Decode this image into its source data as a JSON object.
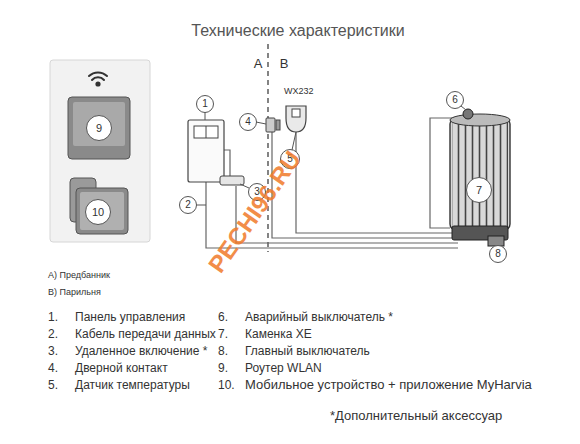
{
  "diagram": {
    "title": "Технические характеристики",
    "nodes": [
      {
        "text": [
          "1"
        ]
      },
      {
        "text": [
          "2"
        ]
      },
      {
        "text": [
          "3"
        ]
      },
      {
        "text": [
          "4"
        ]
      },
      {
        "text": [
          "5"
        ]
      },
      {
        "text": [
          "6"
        ]
      },
      {
        "text": [
          "7"
        ]
      },
      {
        "text": [
          "8"
        ]
      },
      {
        "text": [
          "9"
        ]
      },
      {
        "text": [
          "10"
        ]
      }
    ],
    "labels": [
      "A",
      "B",
      "WX232",
      "PECHI96.RU",
      "A) Предбанник",
      "B) Парильня",
      "1.",
      "Панель управления",
      "2.",
      "Кабель передачи данных",
      "3.",
      "Удаленное включение *",
      "4.",
      "Дверной контакт",
      "5.",
      "Датчик температуры",
      "6.",
      "Аварийный выключатель *",
      "7.",
      "Каменка XE",
      "8.",
      "Главный выключатель",
      "9.",
      "Роутер WLAN",
      "10.",
      "Мобильное устройство + приложение MyHarvia",
      "*Дополнительный аксессуар"
    ]
  }
}
